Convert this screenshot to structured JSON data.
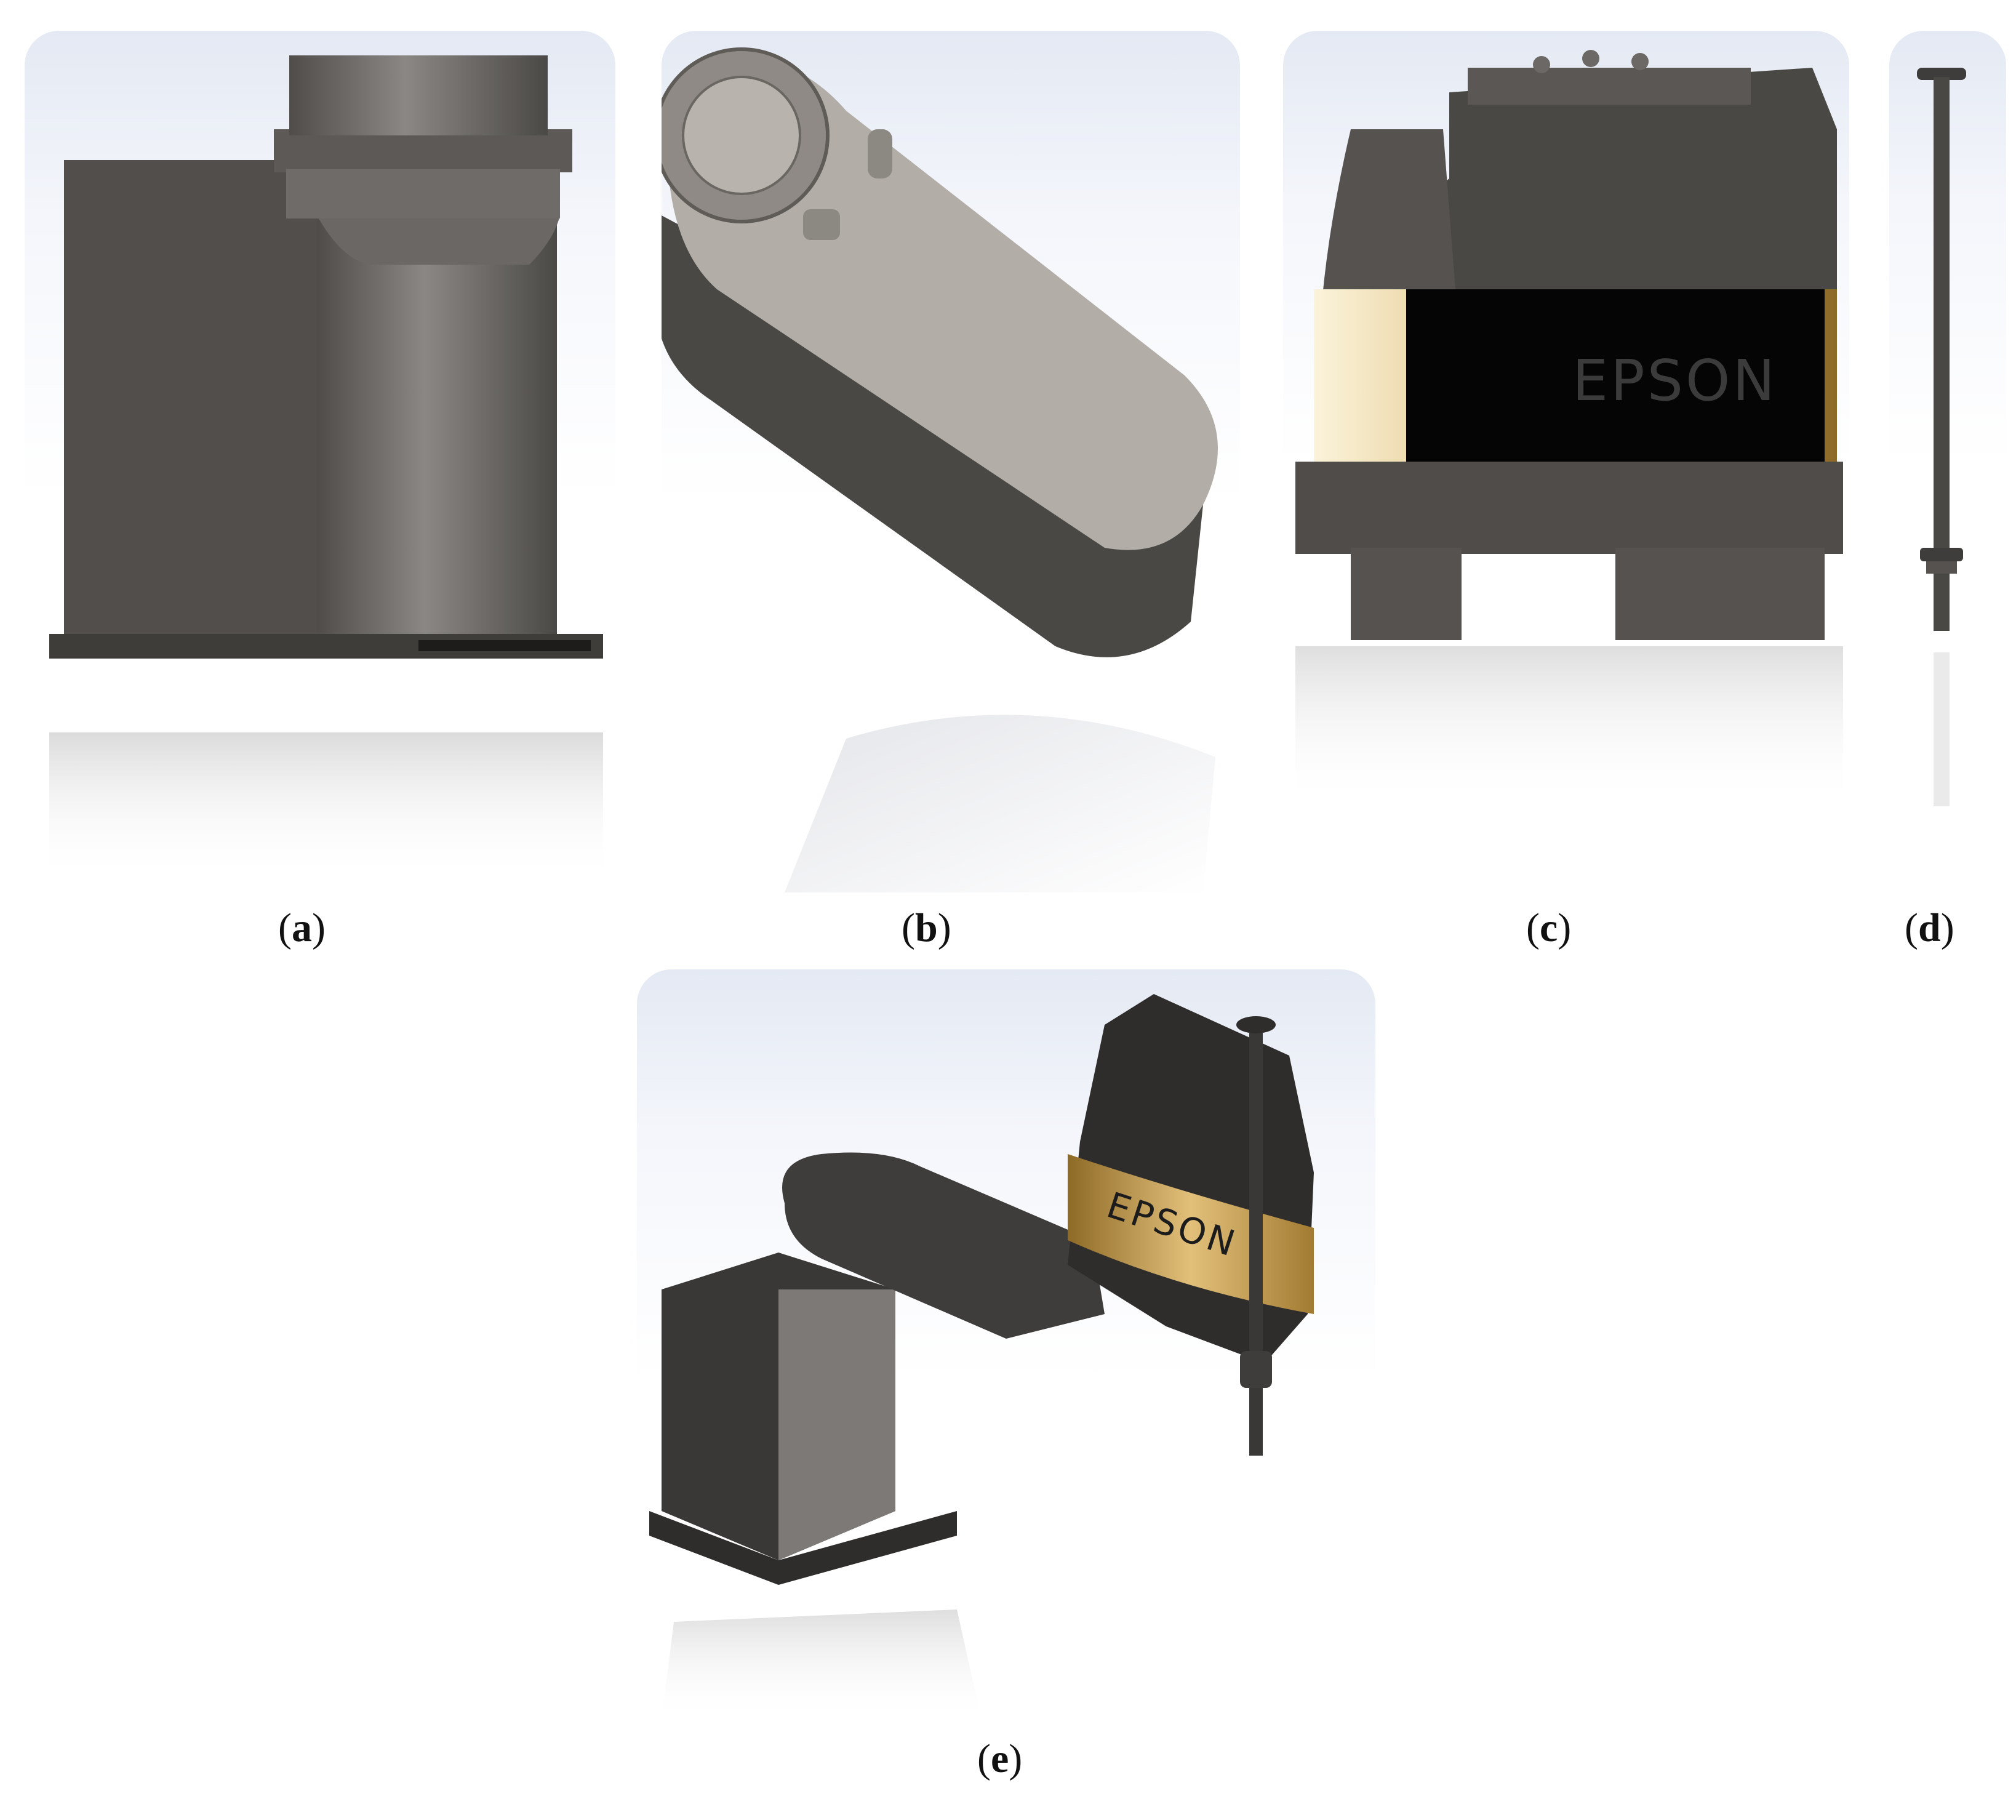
{
  "panels": [
    {
      "id": "a",
      "label_open": "(",
      "label_letter": "a",
      "label_close": ")"
    },
    {
      "id": "b",
      "label_open": "(",
      "label_letter": "b",
      "label_close": ")"
    },
    {
      "id": "c",
      "label_open": "(",
      "label_letter": "c",
      "label_close": ")",
      "brand_text": "EPSON"
    },
    {
      "id": "d",
      "label_open": "(",
      "label_letter": "d",
      "label_close": ")"
    },
    {
      "id": "e",
      "label_open": "(",
      "label_letter": "e",
      "label_close": ")",
      "brand_text": "EPSON"
    }
  ],
  "colors": {
    "body_dark": "#4a4845",
    "body_mid": "#6b6865",
    "arm_light": "#b5b0aa",
    "black_band": "#050505",
    "gold_band": "#d9b46a",
    "background_tint": "#e4e9f3"
  }
}
